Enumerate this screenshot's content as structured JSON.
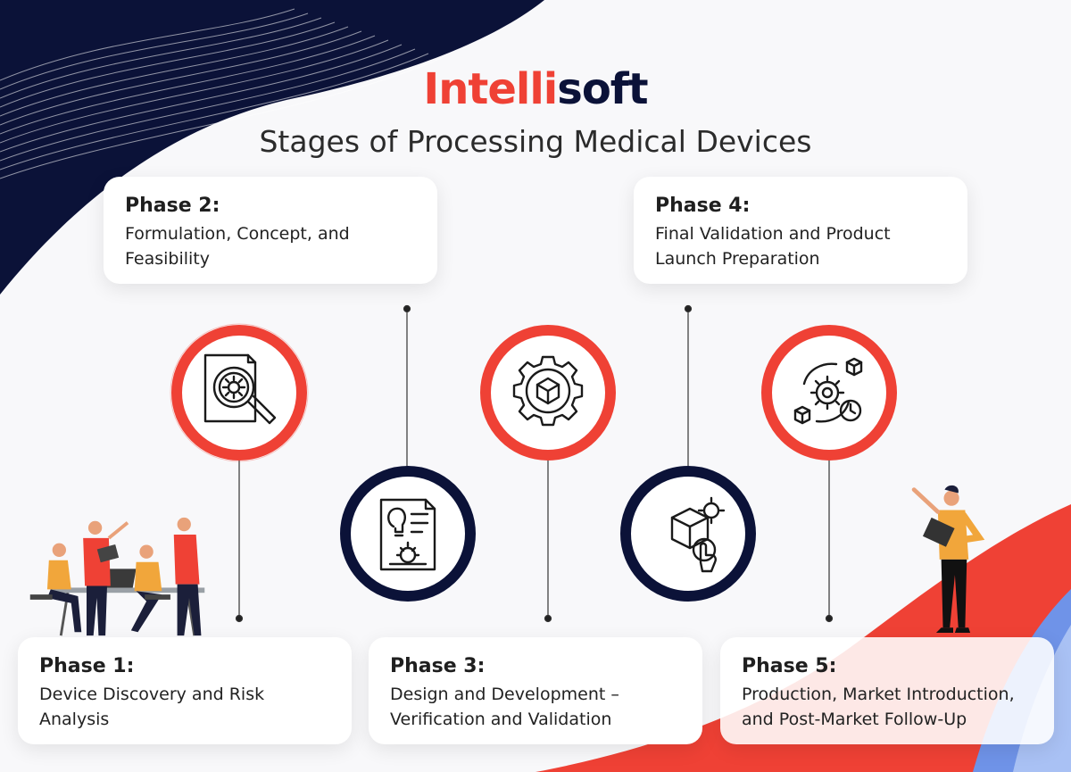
{
  "logo": {
    "part1": "Intelli",
    "part2": "soft"
  },
  "title": "Stages of Processing Medical Devices",
  "colors": {
    "red": "#ef4135",
    "navy": "#0b1238",
    "text": "#222222",
    "card": "#ffffff"
  },
  "phases": [
    {
      "label": "Phase 1:",
      "description": "Device Discovery and Risk Analysis",
      "icon": "document-search-gear-icon"
    },
    {
      "label": "Phase 2:",
      "description": "Formulation, Concept, and Feasibility",
      "icon": "idea-document-icon"
    },
    {
      "label": "Phase 3:",
      "description": "Design and Development – Verification and Validation",
      "icon": "gear-cube-icon"
    },
    {
      "label": "Phase 4:",
      "description": "Final Validation and Product Launch Preparation",
      "icon": "cube-touch-icon"
    },
    {
      "label": "Phase 5:",
      "description": "Production, Market Introduction, and Post-Market Follow-Up",
      "icon": "gear-network-clock-icon"
    }
  ]
}
